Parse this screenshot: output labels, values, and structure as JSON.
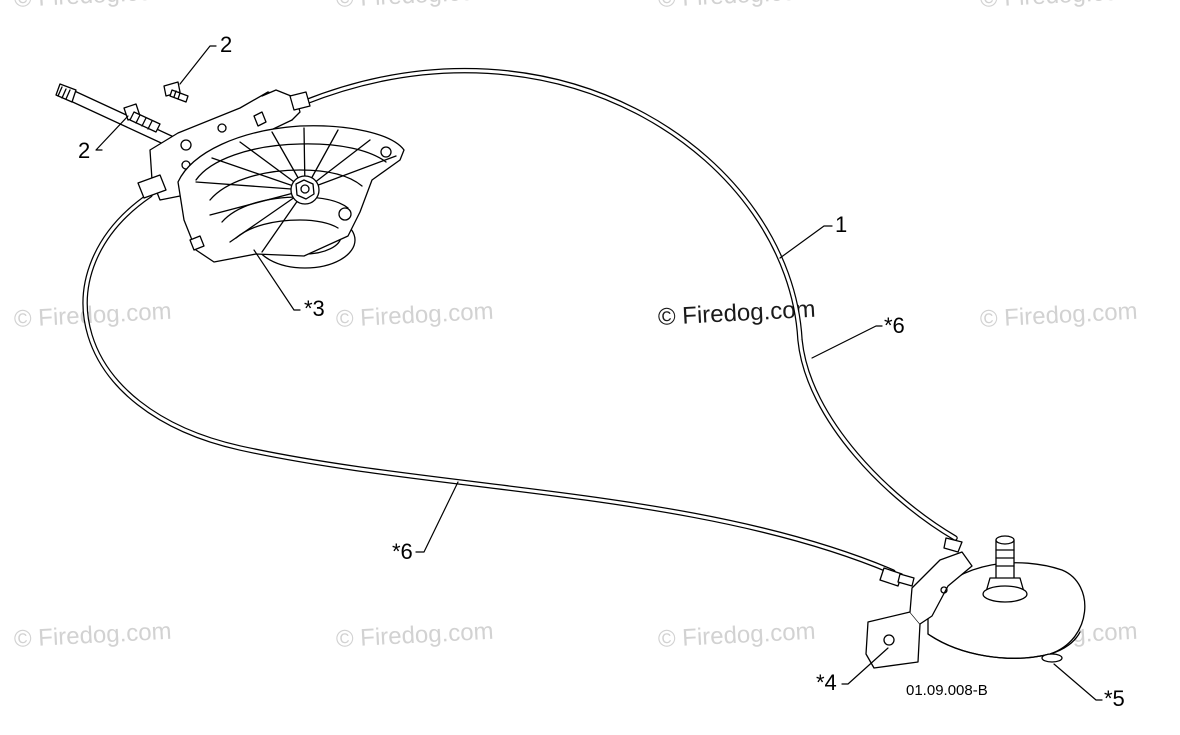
{
  "watermark": {
    "text": "© Firedog.com",
    "center_text": "© Firedog.com"
  },
  "callouts": {
    "c_2a": "2",
    "c_2b": "2",
    "c_3": "*3",
    "c_1": "1",
    "c_6a": "*6",
    "c_6b": "*6",
    "c_4": "*4",
    "c_5": "*5"
  },
  "drawing_id": "01.09.008-B",
  "colors": {
    "line": "#000000",
    "watermark": "#d2d2d2",
    "background": "#ffffff"
  }
}
